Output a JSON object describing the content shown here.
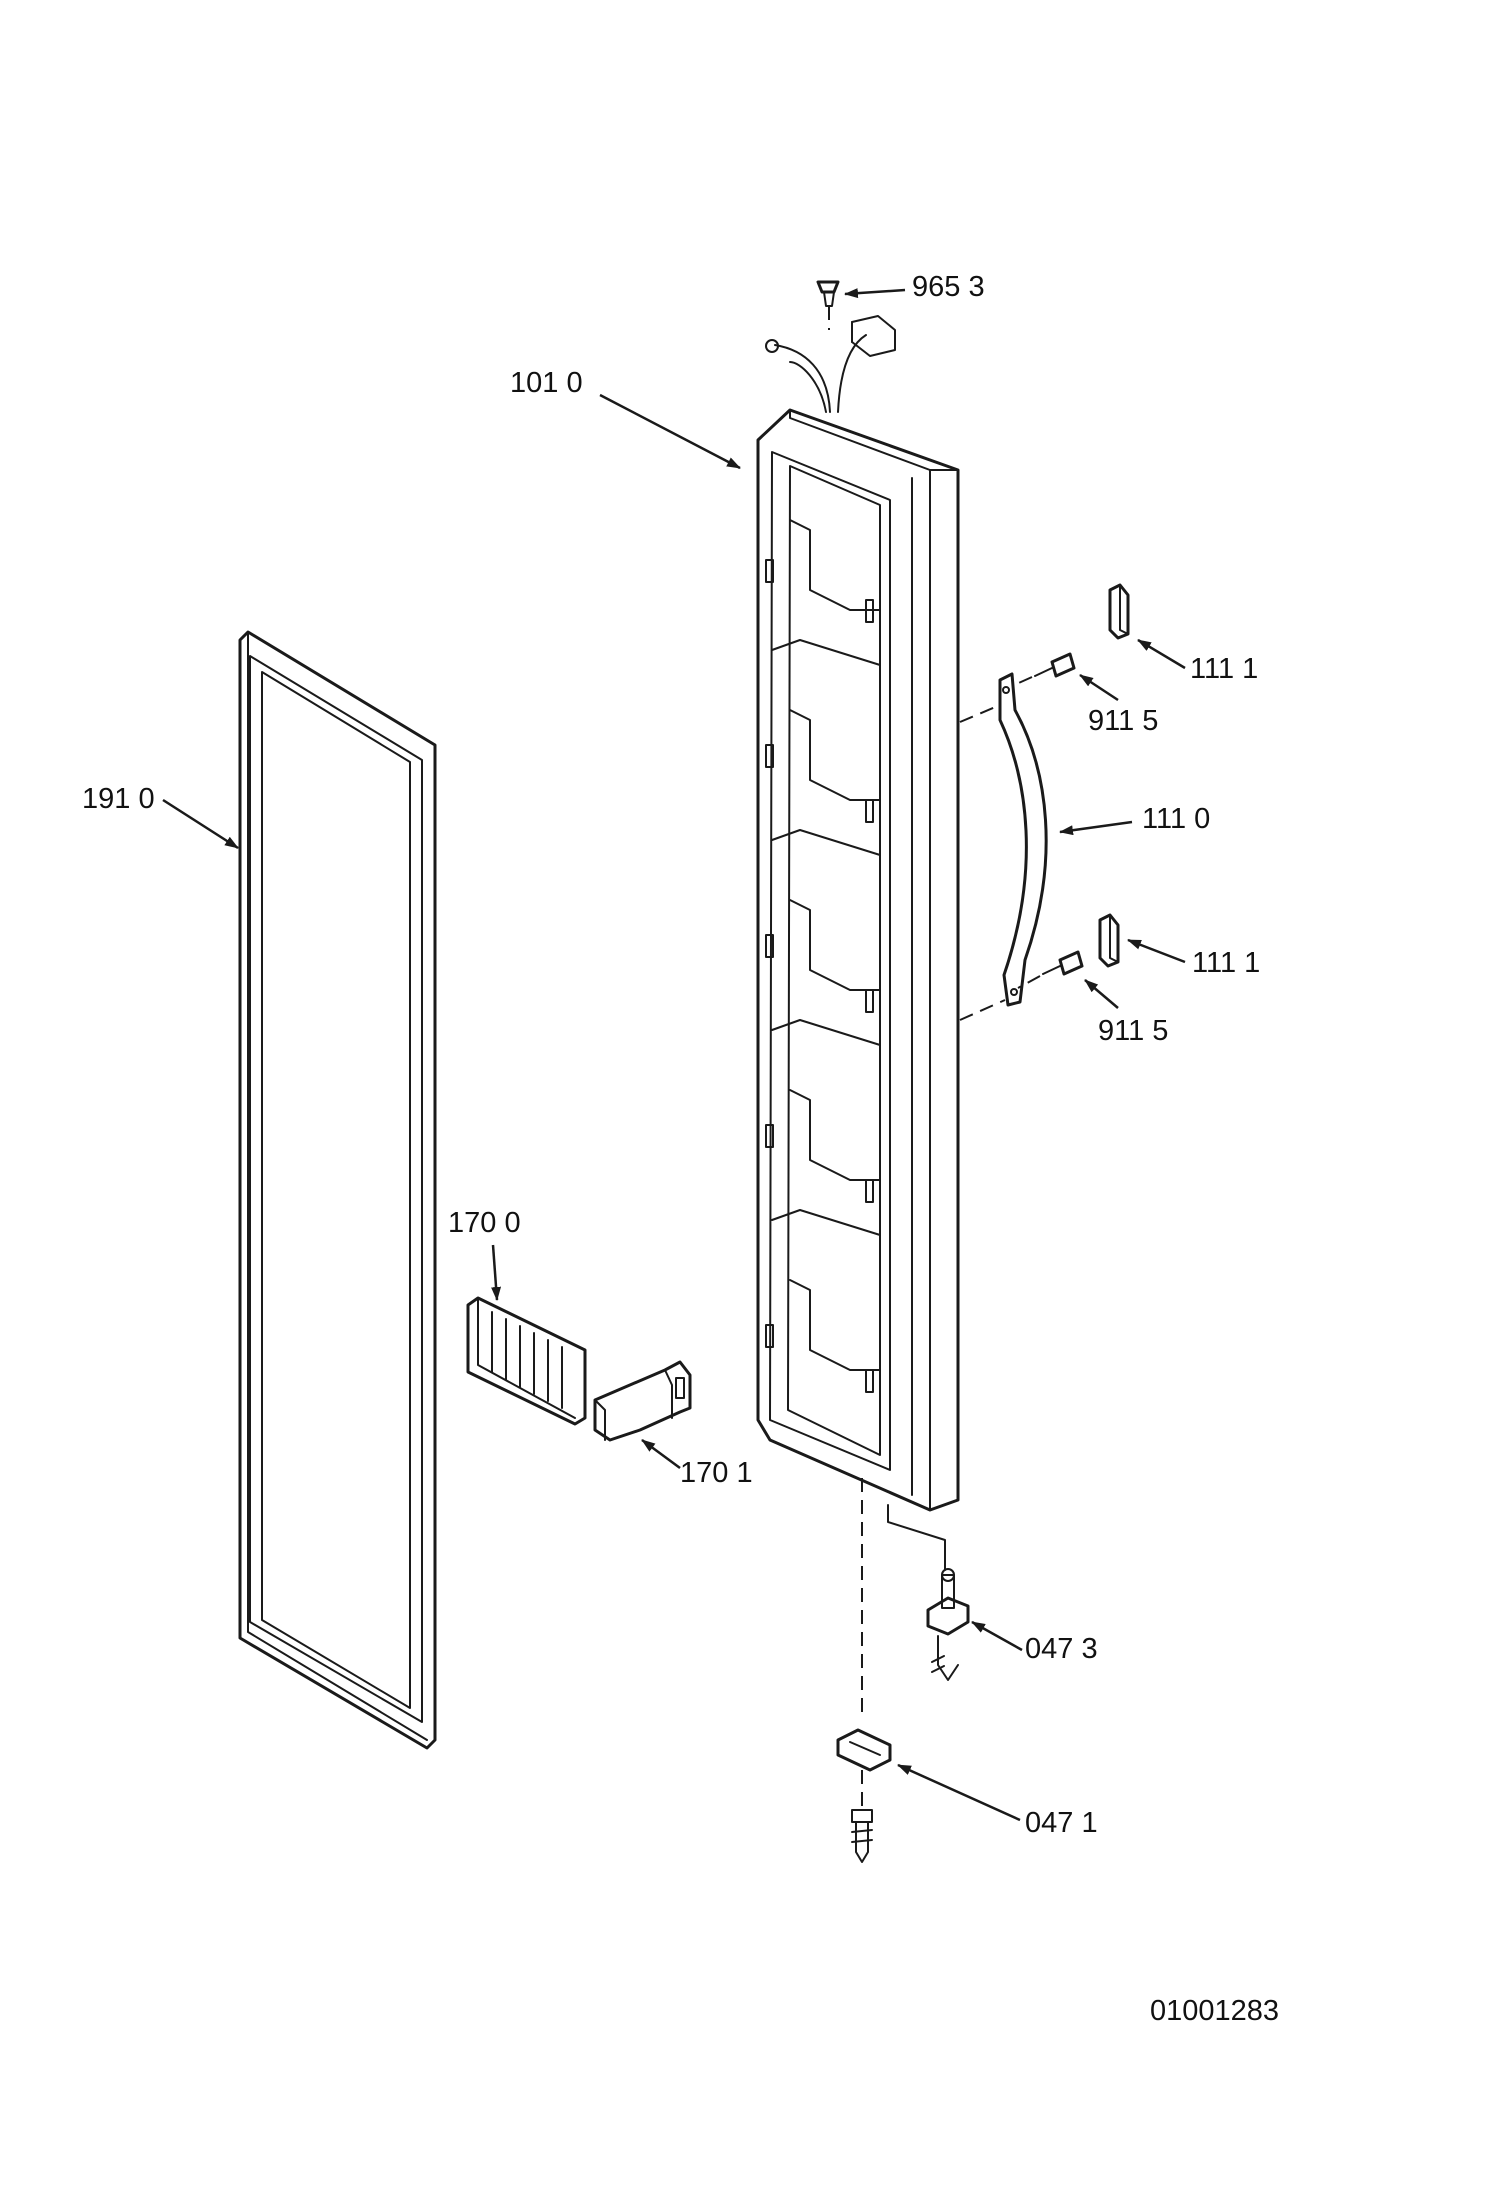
{
  "callouts": [
    {
      "id": "door-liner",
      "label": "101 0"
    },
    {
      "id": "hinge-pin-cap",
      "label": "965 3"
    },
    {
      "id": "door-gasket",
      "label": "191 0"
    },
    {
      "id": "handle-end-cap-top",
      "label": "111 1"
    },
    {
      "id": "handle-screw-top",
      "label": "911 5"
    },
    {
      "id": "door-handle",
      "label": "111 0"
    },
    {
      "id": "handle-end-cap-bottom",
      "label": "111 1"
    },
    {
      "id": "handle-screw-bottom",
      "label": "911 5"
    },
    {
      "id": "shelf-rack",
      "label": "170 0"
    },
    {
      "id": "shelf-cover",
      "label": "170 1"
    },
    {
      "id": "lower-hinge-assembly",
      "label": "047 3"
    },
    {
      "id": "hinge-bracket",
      "label": "047 1"
    }
  ],
  "drawing_number": "01001283"
}
